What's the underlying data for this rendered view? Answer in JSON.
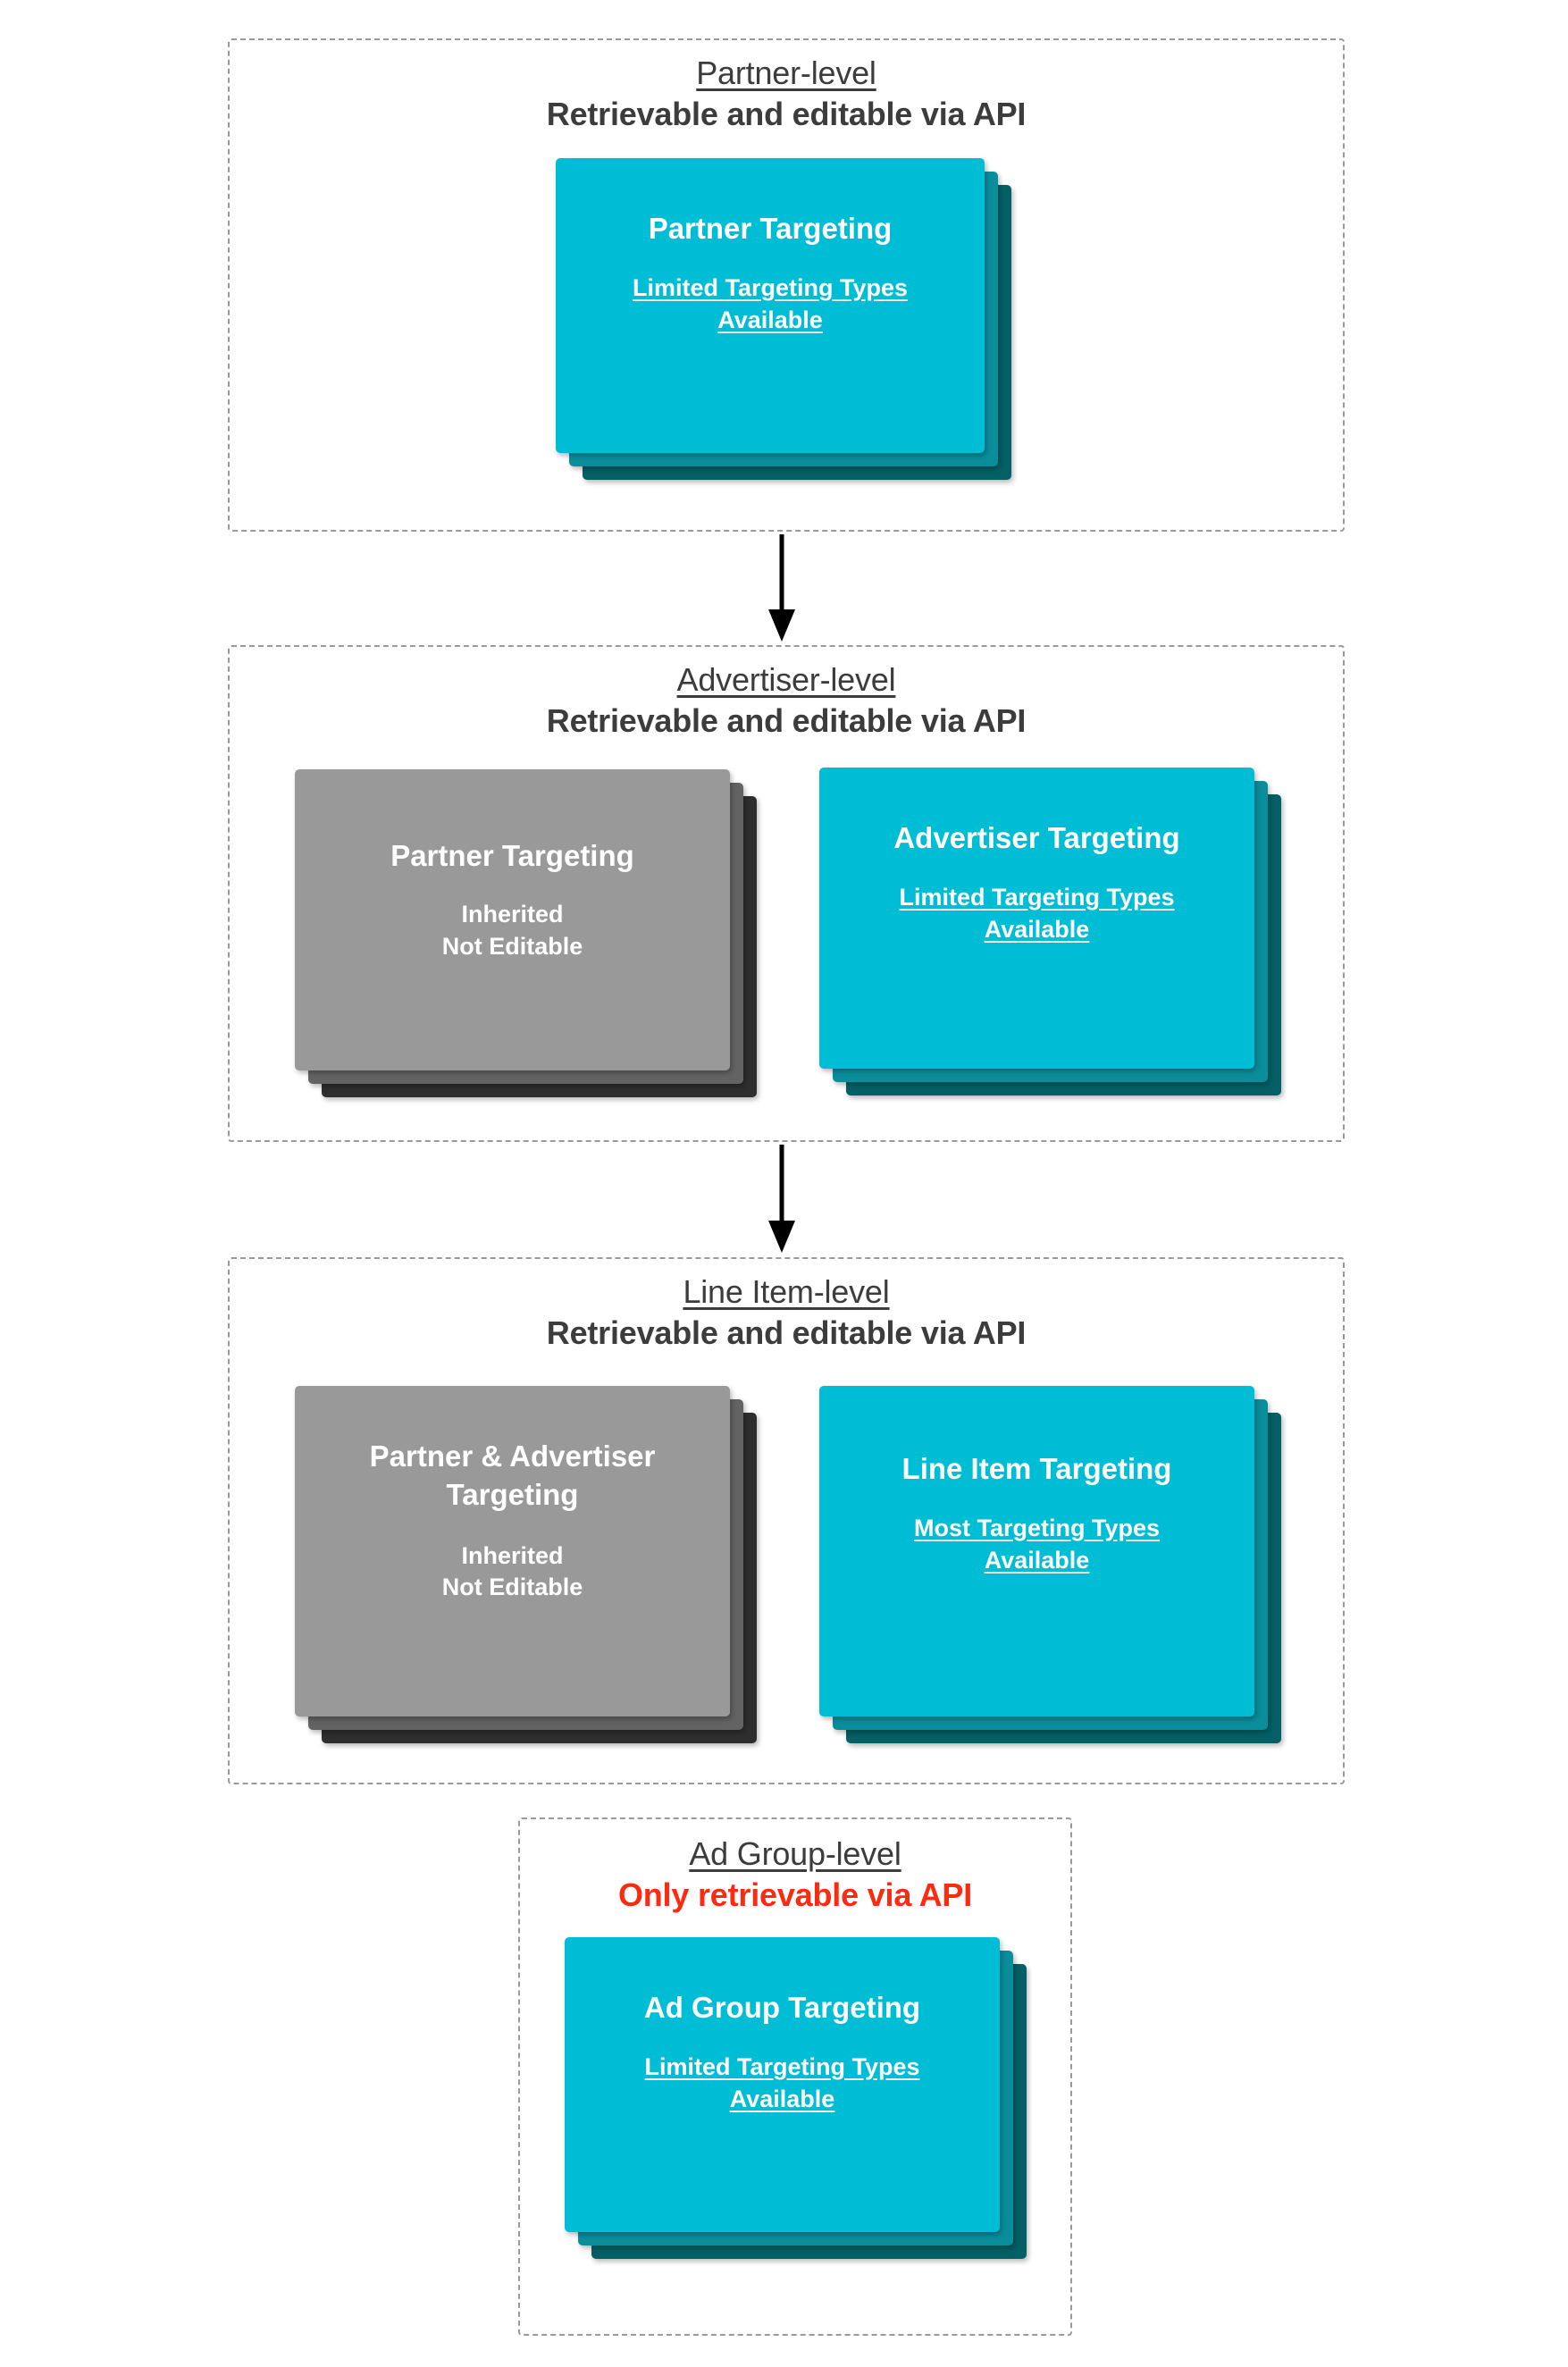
{
  "diagram": {
    "title_note": "Targeting inheritance across DV360 entity levels",
    "accent_teal": "#00bdd6",
    "accent_teal_mid": "#0a8e9c",
    "accent_teal_dark": "#046066",
    "accent_grey": "#999999",
    "accent_grey_mid": "#636363",
    "accent_grey_dark": "#2e2e2e",
    "danger_color": "#fa2b0f",
    "text_color": "#3c3c3c",
    "border_color": "#9a9a9a"
  },
  "levels": [
    {
      "id": "partner",
      "title": "Partner-level",
      "subtitle": "Retrievable and editable via API",
      "subtitle_danger": false,
      "cards": [
        {
          "id": "partner-targeting",
          "variant": "teal",
          "title": "Partner Targeting",
          "note": "Limited Targeting Types Available",
          "note_underlined": true
        }
      ]
    },
    {
      "id": "advertiser",
      "title": "Advertiser-level",
      "subtitle": "Retrievable and editable via API",
      "subtitle_danger": false,
      "cards": [
        {
          "id": "advertiser-partner-targeting",
          "variant": "grey",
          "title": "Partner Targeting",
          "note": "Inherited\nNot Editable",
          "note_underlined": false
        },
        {
          "id": "advertiser-targeting",
          "variant": "teal",
          "title": "Advertiser Targeting",
          "note": "Limited Targeting Types Available",
          "note_underlined": true
        }
      ]
    },
    {
      "id": "line-item",
      "title": "Line Item-level",
      "subtitle": "Retrievable and editable via API",
      "subtitle_danger": false,
      "cards": [
        {
          "id": "line-item-inherited-targeting",
          "variant": "grey",
          "title": "Partner & Advertiser Targeting",
          "note": "Inherited\nNot Editable",
          "note_underlined": false
        },
        {
          "id": "line-item-targeting",
          "variant": "teal",
          "title": "Line Item Targeting",
          "note": "Most Targeting Types Available",
          "note_underlined": true
        }
      ]
    },
    {
      "id": "ad-group",
      "title": "Ad Group-level",
      "subtitle": "Only retrievable via API",
      "subtitle_danger": true,
      "cards": [
        {
          "id": "ad-group-targeting",
          "variant": "teal",
          "title": "Ad Group Targeting",
          "note": "Limited Targeting Types Available",
          "note_underlined": true
        }
      ]
    }
  ],
  "connectors": [
    {
      "id": "partner-to-advertiser",
      "label": "flow-arrow-down"
    },
    {
      "id": "advertiser-to-line-item",
      "label": "flow-arrow-down"
    }
  ]
}
